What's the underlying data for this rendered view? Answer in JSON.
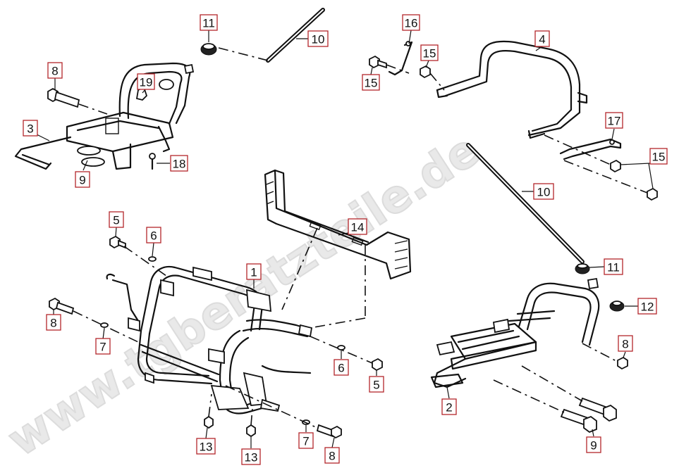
{
  "watermark": {
    "text": "www.tgberatzteile.de"
  },
  "colors": {
    "callout_border": "#b3262b",
    "line": "#111111",
    "watermark": "#e9e9e9"
  },
  "callouts": [
    {
      "id": "c11a",
      "label": "11"
    },
    {
      "id": "c10a",
      "label": "10"
    },
    {
      "id": "c8a",
      "label": "8"
    },
    {
      "id": "c19",
      "label": "19"
    },
    {
      "id": "c3",
      "label": "3"
    },
    {
      "id": "c9a",
      "label": "9"
    },
    {
      "id": "c18",
      "label": "18"
    },
    {
      "id": "c16",
      "label": "16"
    },
    {
      "id": "c15a",
      "label": "15"
    },
    {
      "id": "c15b",
      "label": "15"
    },
    {
      "id": "c4",
      "label": "4"
    },
    {
      "id": "c17",
      "label": "17"
    },
    {
      "id": "c15c",
      "label": "15"
    },
    {
      "id": "c10b",
      "label": "10"
    },
    {
      "id": "c14",
      "label": "14"
    },
    {
      "id": "c5a",
      "label": "5"
    },
    {
      "id": "c6a",
      "label": "6"
    },
    {
      "id": "c1",
      "label": "1"
    },
    {
      "id": "c8b",
      "label": "8"
    },
    {
      "id": "c7a",
      "label": "7"
    },
    {
      "id": "c6b",
      "label": "6"
    },
    {
      "id": "c5b",
      "label": "5"
    },
    {
      "id": "c13a",
      "label": "13"
    },
    {
      "id": "c13b",
      "label": "13"
    },
    {
      "id": "c7b",
      "label": "7"
    },
    {
      "id": "c8c",
      "label": "8"
    },
    {
      "id": "c11b",
      "label": "11"
    },
    {
      "id": "c12",
      "label": "12"
    },
    {
      "id": "c8d",
      "label": "8"
    },
    {
      "id": "c2",
      "label": "2"
    },
    {
      "id": "c9b",
      "label": "9"
    }
  ]
}
